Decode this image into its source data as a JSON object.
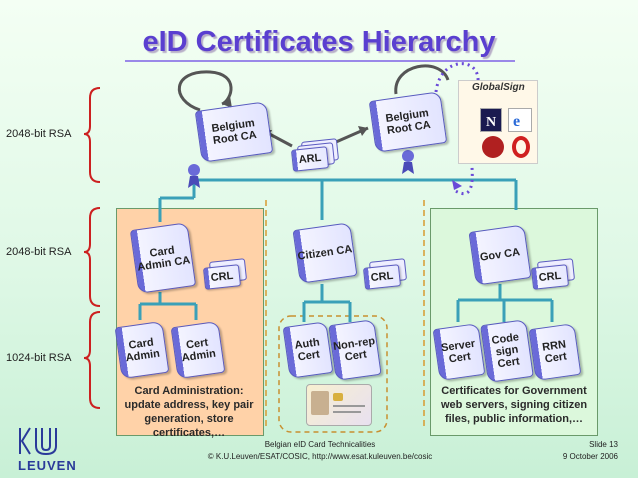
{
  "title": "eID Certificates Hierarchy",
  "levels": {
    "top": "2048-bit RSA",
    "middle": "2048-bit RSA",
    "bottom": "1024-bit RSA"
  },
  "certs": {
    "belgium_root_ca_1": "Belgium Root CA",
    "belgium_root_ca_2": "Belgium Root CA",
    "arl": "ARL",
    "card_admin_ca": "Card Admin CA",
    "citizen_ca": "Citizen CA",
    "gov_ca": "Gov CA",
    "card_admin": "Card Admin",
    "cert_admin": "Cert Admin",
    "auth_cert": "Auth Cert",
    "nonrep_cert": "Non-rep Cert",
    "server_cert": "Server Cert",
    "code_sign_cert": "Code sign Cert",
    "rrn_cert": "RRN Cert",
    "crl_1": "CRL",
    "crl_2": "CRL",
    "crl_3": "CRL"
  },
  "panels": {
    "left_text": "Card Administration: update address, key pair generation, store certificates,…",
    "right_text": "Certificates for Government web servers, signing citizen files, public information,…"
  },
  "logos": {
    "globalsign": "GlobalSign",
    "kuleuven": "LEUVEN"
  },
  "footer": {
    "line1": "Belgian eID Card Technicalities",
    "line2": "© K.U.Leuven/ESAT/COSIC, http://www.esat.kuleuven.be/cosic",
    "slide": "Slide 13",
    "date": "9 October 2006"
  },
  "colors": {
    "title": "#5a3fd0",
    "bracket": "#cc2020",
    "left_panel": "#ffd2a8",
    "right_panel": "#dcf8dc",
    "connector": "#3aa0b8",
    "cert_accent": "#6a6ad8"
  }
}
